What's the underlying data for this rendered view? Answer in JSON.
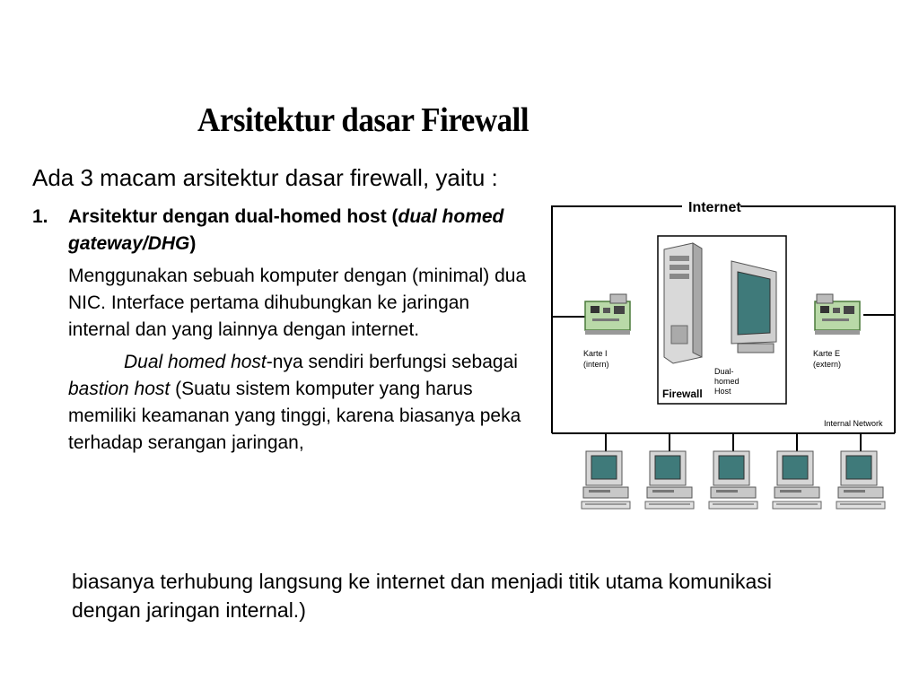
{
  "slide": {
    "title": "Arsitektur dasar Firewall",
    "intro": "Ada 3 macam arsitektur dasar firewall, yaitu :",
    "item": {
      "number": "1.",
      "heading_prefix": "Arsitektur dengan dual-homed host (",
      "heading_italic": "dual homed gateway/DHG",
      "heading_suffix": ")"
    },
    "paragraph1": "Menggunakan sebuah komputer dengan (minimal) dua NIC. Interface pertama dihubungkan ke jaringan internal dan yang lainnya dengan internet.",
    "paragraph2": {
      "italic_start": "Dual homed host",
      "text_mid": "-nya sendiri berfungsi sebagai ",
      "italic_term": "bastion host",
      "text_end": " (Suatu sistem komputer yang harus memiliki keamanan yang tinggi, karena biasanya peka terhadap serangan jaringan,"
    },
    "bottom_text": "biasanya terhubung langsung ke internet dan menjadi titik utama komunikasi dengan jaringan internal.)"
  },
  "diagram": {
    "internet_label": "Internet",
    "internal_network_label": "Internal Network",
    "firewall_label": "Firewall",
    "dual_homed_label": [
      "Dual-",
      "homed",
      "Host"
    ],
    "card_intern_label": [
      "Karte I",
      "(intern)"
    ],
    "card_extern_label": [
      "Karte E",
      "(extern)"
    ],
    "client_count": 5
  }
}
